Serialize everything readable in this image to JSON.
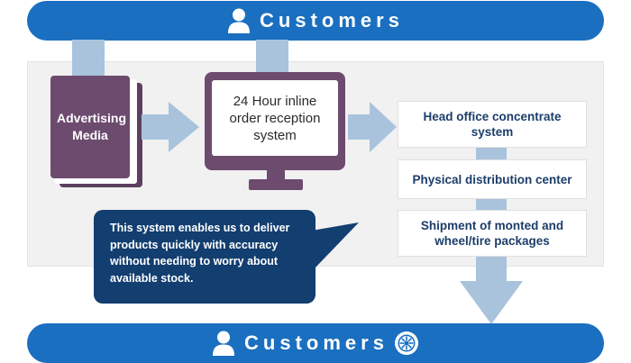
{
  "top_bar": {
    "label": "Customers"
  },
  "bottom_bar": {
    "label": "Customers"
  },
  "media": {
    "label": "Advertising Media"
  },
  "reception": {
    "label": "24 Hour inline order reception system"
  },
  "steps": [
    {
      "label": "Head office concentrate system"
    },
    {
      "label": "Physical distribution center"
    },
    {
      "label": "Shipment of monted and wheel/tire packages"
    }
  ],
  "note": {
    "text": "This system enables us to deliver products quickly with accuracy without needing to worry about available stock."
  },
  "colors": {
    "bar": "#1a6fc0",
    "purple": "#6d4b6f",
    "arrow": "#a9c3dd",
    "note": "#123e70",
    "step_text": "#1d3d6a"
  },
  "icons": [
    "person-icon",
    "tire-icon",
    "book-icon",
    "monitor-icon",
    "arrow-right-icon",
    "arrow-down-icon"
  ]
}
